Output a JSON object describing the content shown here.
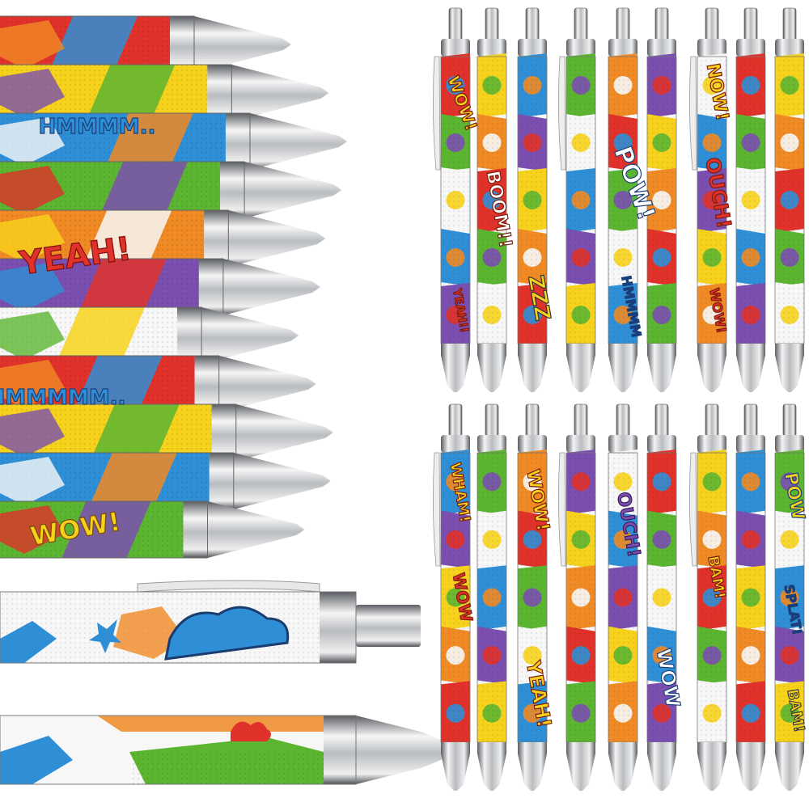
{
  "colors": {
    "background": "#ffffff",
    "chrome_light": "#f4f4f4",
    "chrome_mid": "#b9bcc0",
    "chrome_dark": "#5a5d62",
    "comic_red": "#e0322a",
    "comic_yellow": "#f7d21c",
    "comic_blue": "#2f8fd6",
    "comic_green": "#5cb531",
    "comic_orange": "#f08a24",
    "comic_purple": "#7b4fb0",
    "comic_white": "#f7f7f7"
  },
  "pen_words": {
    "stack": [
      "HMMMM..",
      "YEAH!",
      "HMMMMM..",
      "WOW!"
    ],
    "group1": [
      "WOW!",
      "BOOM!!",
      "YEAH!!",
      "ZZZ"
    ],
    "group2": [
      "POW!",
      "HMMMM"
    ],
    "group3": [
      "NOW!",
      "OUCH!",
      "WOW!"
    ],
    "group4": [
      "WHAM!",
      "WOW!",
      "WOW",
      "YEAH!"
    ],
    "group5": [
      "OUCH!",
      "WOW"
    ],
    "group6": [
      "POW",
      "BAM!",
      "SPLAT!",
      "BAM!"
    ]
  }
}
